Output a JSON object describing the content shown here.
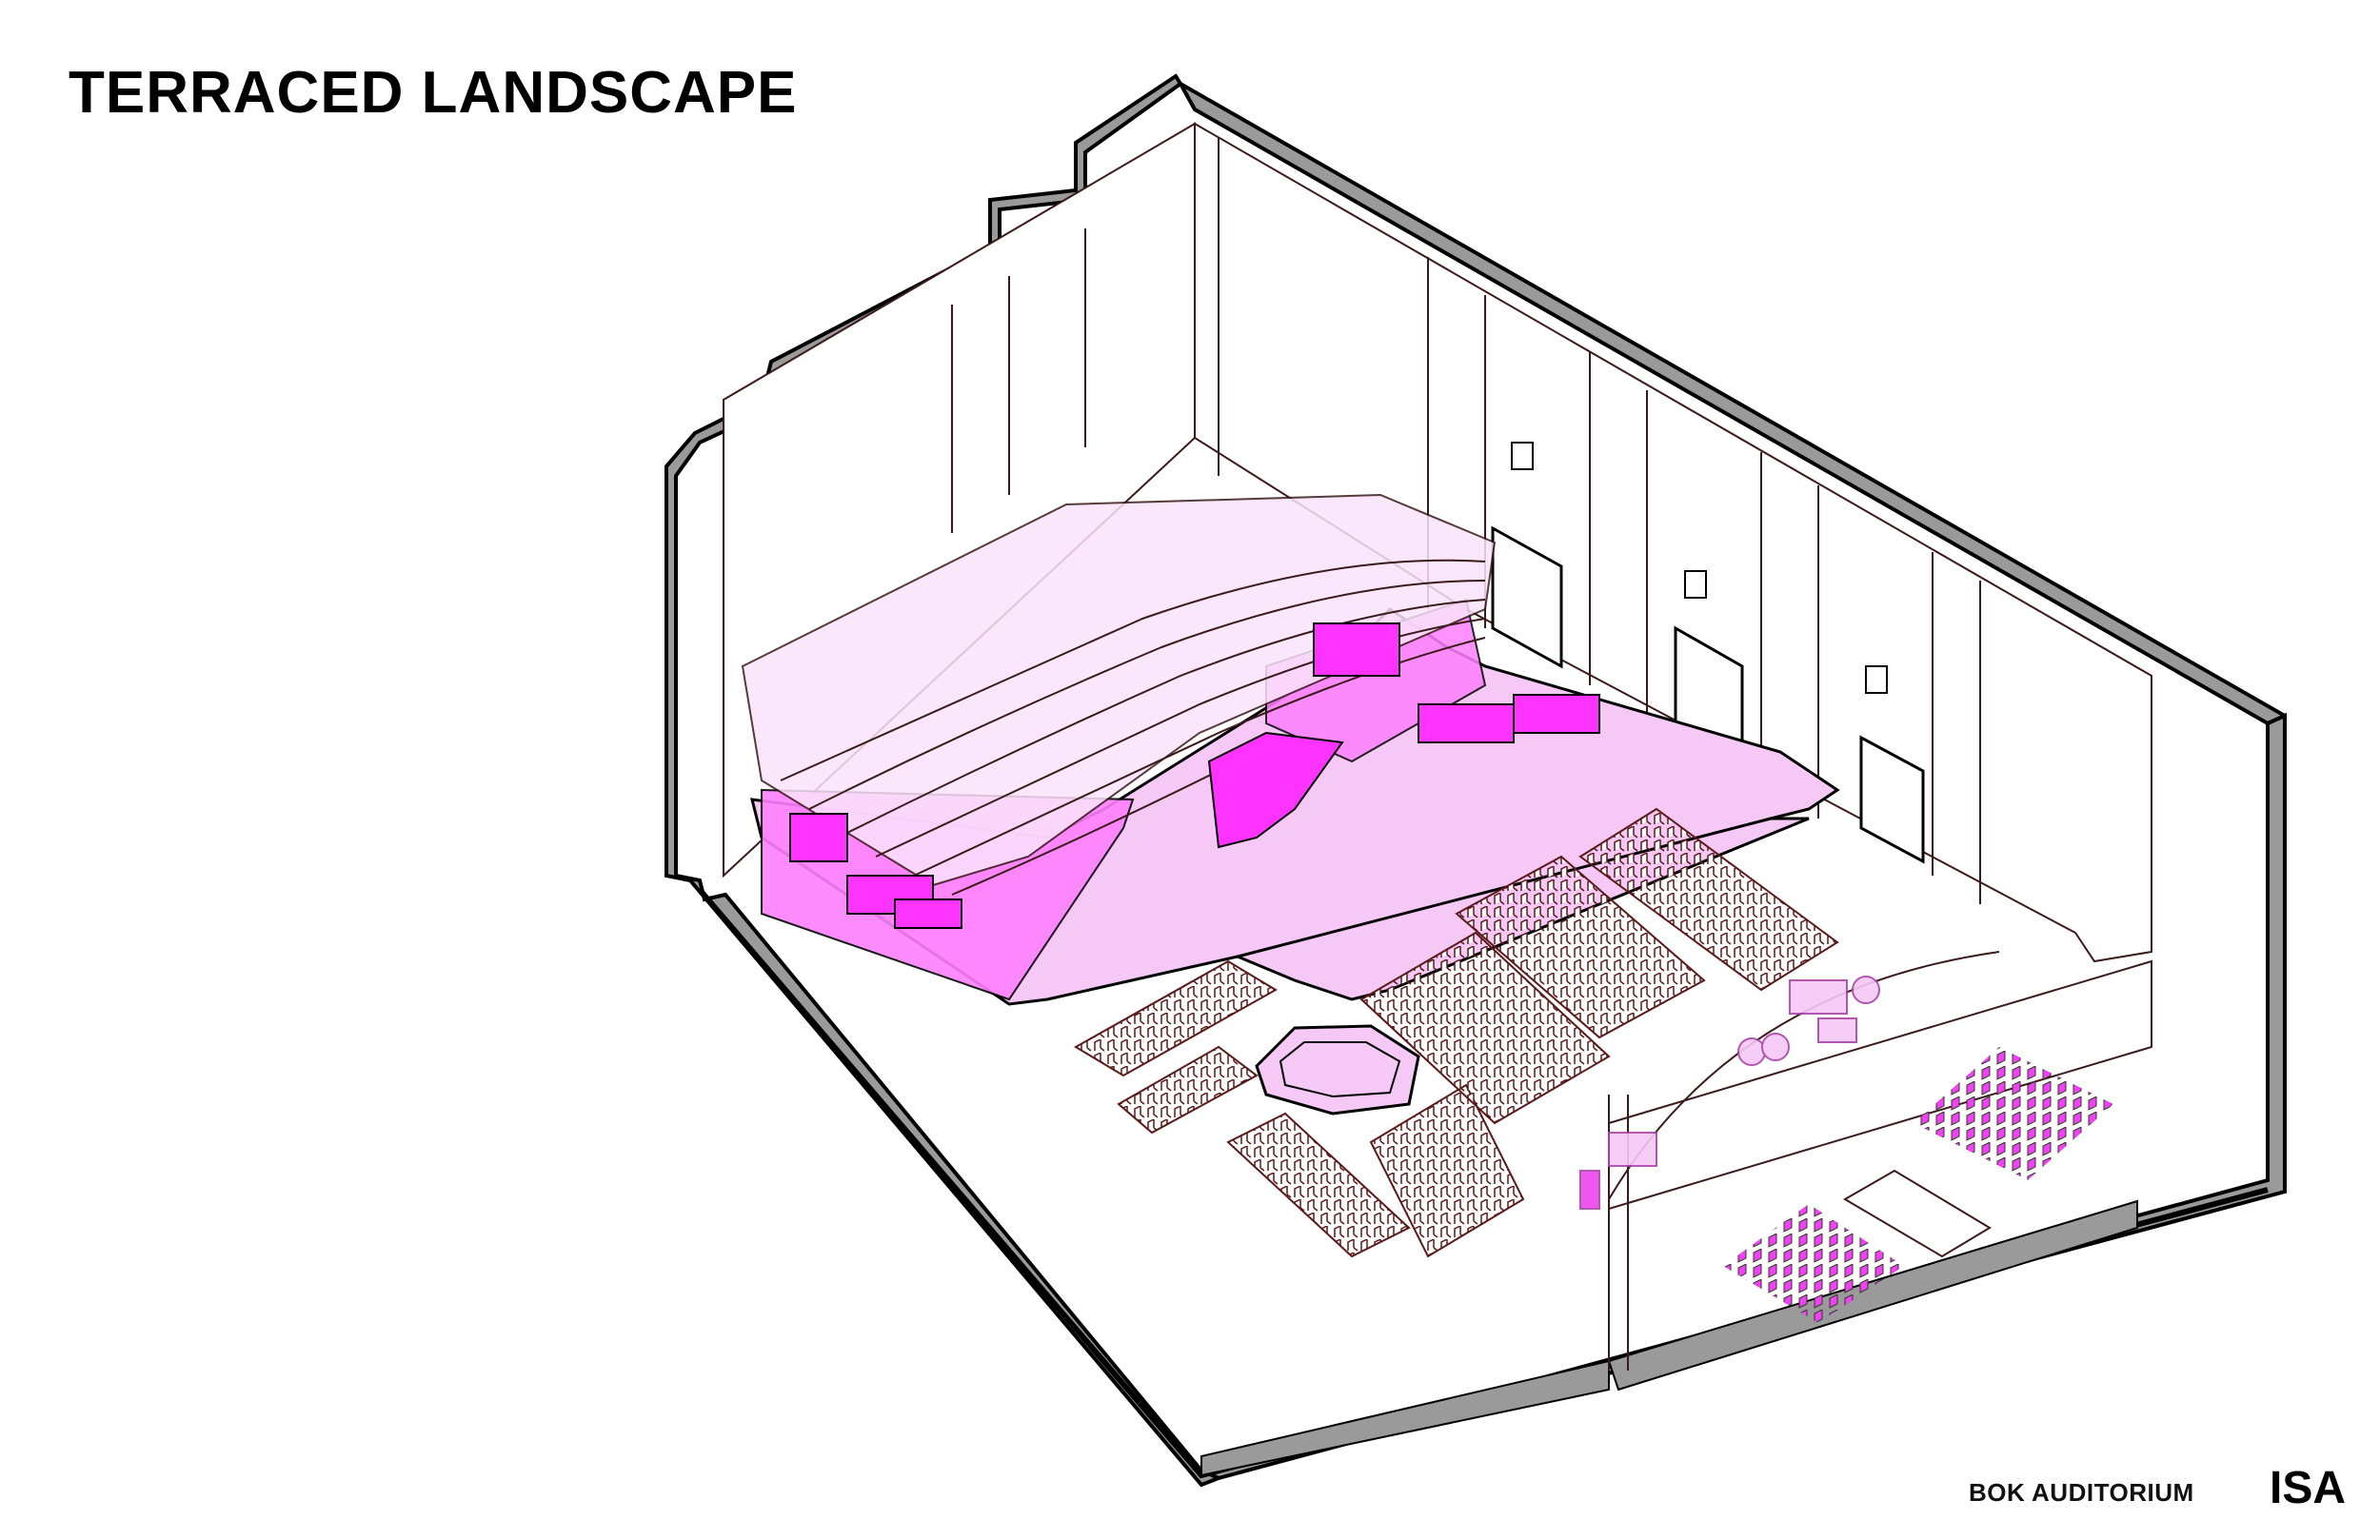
{
  "header": {
    "title": "TERRACED LANDSCAPE"
  },
  "footer": {
    "project": "BOK AUDITORIUM",
    "code": "ISA"
  },
  "colors": {
    "wall_cut": "#9a9a9a",
    "outline": "#000000",
    "line_fine": "#3a1a1a",
    "terrace_light": "#f6c8f6",
    "terrace_pale": "#fbe3fb",
    "magenta_block": "#ff33ff",
    "magenta_panel": "#ff80ff",
    "chair_outline": "#5a1a1a",
    "chair_magenta": "#ee44ee"
  },
  "drawing": {
    "type": "isometric-cutaway",
    "elements": [
      "terraced seating landscape",
      "balcony tiers",
      "loose chair arrays",
      "hexagonal platform",
      "stage with magenta chair rows",
      "lounge furniture",
      "doorways on right wall"
    ]
  }
}
